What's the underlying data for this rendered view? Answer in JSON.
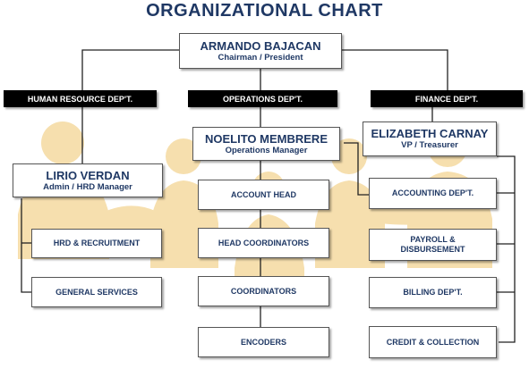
{
  "title": "ORGANIZATIONAL CHART",
  "chairman": {
    "name": "ARMANDO BAJACAN",
    "role": "Chairman / President"
  },
  "departments": {
    "hr": "HUMAN RESOURCE DEP'T.",
    "ops": "OPERATIONS DEP'T.",
    "finance": "FINANCE DEP'T."
  },
  "hr_head": {
    "name": "LIRIO VERDAN",
    "role": "Admin / HRD Manager"
  },
  "ops_head": {
    "name": "NOELITO MEMBRERE",
    "role": "Operations Manager"
  },
  "finance_head": {
    "name": "ELIZABETH CARNAY",
    "role": "VP / Treasurer"
  },
  "hr_units": [
    "HRD & RECRUITMENT",
    "GENERAL SERVICES"
  ],
  "ops_units": [
    "ACCOUNT HEAD",
    "HEAD COORDINATORS",
    "COORDINATORS",
    "ENCODERS"
  ],
  "finance_units": [
    "ACCOUNTING DEP'T.",
    "PAYROLL & DISBURSEMENT",
    "BILLING DEP'T.",
    "CREDIT & COLLECTION"
  ],
  "colors": {
    "text": "#1f3864",
    "dept_bar": "#000000",
    "watermark": "#f6dfae"
  }
}
